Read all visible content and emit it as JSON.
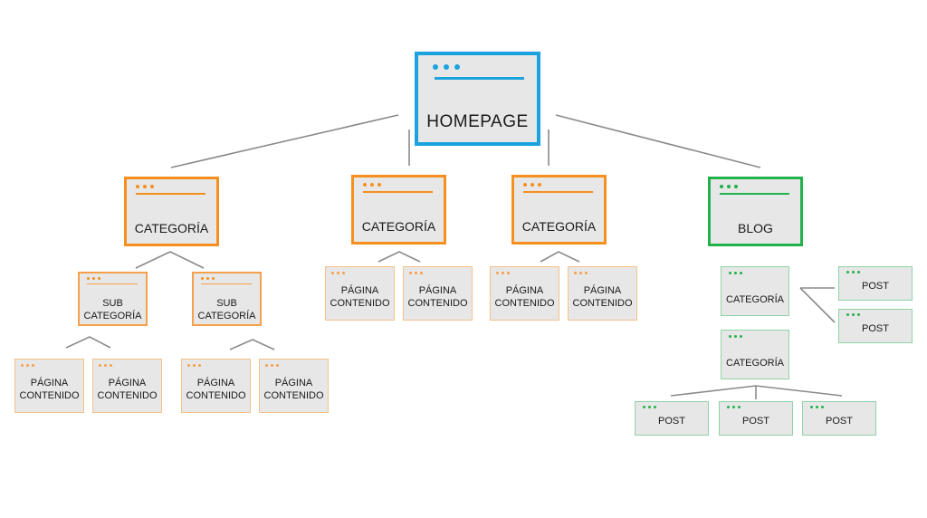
{
  "colors": {
    "homepage": "#1aa3df",
    "categoria": "#f5901e",
    "blog": "#21b24b",
    "box_fill": "#e7e7e7",
    "line": "#888888"
  },
  "labels": {
    "homepage": "HOMEPAGE",
    "categoria": "CATEGORÍA",
    "blog": "BLOG",
    "sub_l1": "SUB",
    "sub_l2": "CATEGORÍA",
    "pagina_l1": "PÁGINA",
    "pagina_l2": "CONTENIDO",
    "blog_categoria": "CATEGORÍA",
    "post": "POST"
  }
}
